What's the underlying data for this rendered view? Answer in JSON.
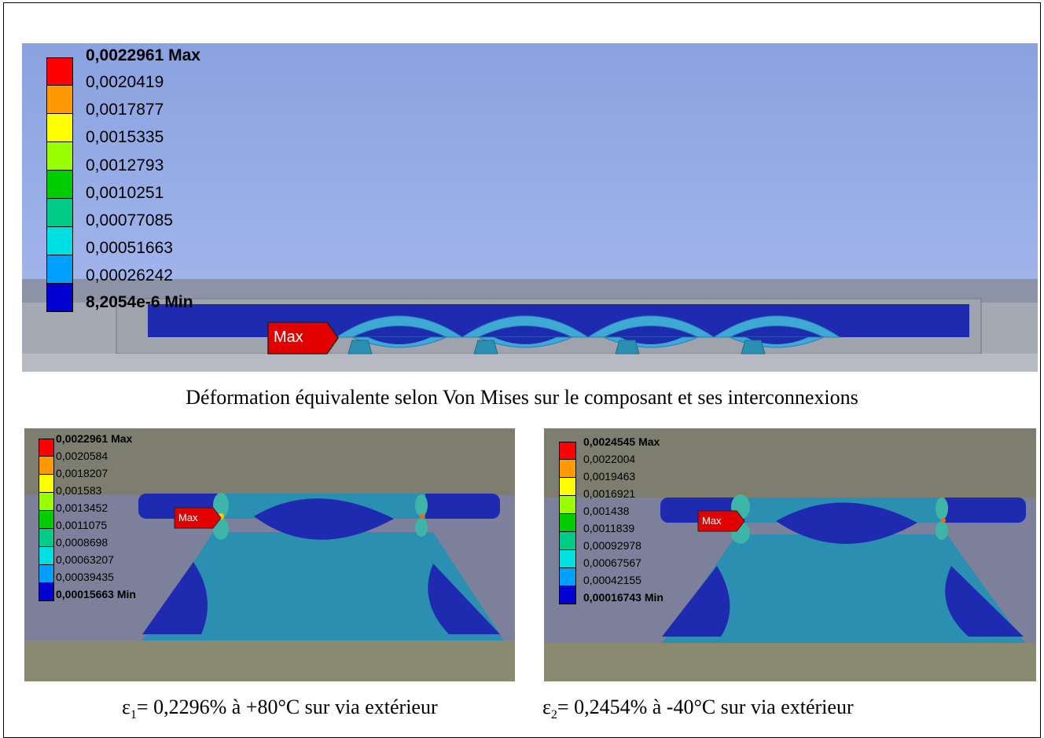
{
  "top_panel": {
    "legend": {
      "max_label": "0,0022961 Max",
      "levels": [
        "0,0020419",
        "0,0017877",
        "0,0015335",
        "0,0012793",
        "0,0010251",
        "0,00077085",
        "0,00051663",
        "0,00026242"
      ],
      "min_label": "8,2054e-6 Min"
    },
    "max_marker": "Max"
  },
  "caption_main": "Déformation équivalente selon Von Mises sur le composant et ses interconnexions",
  "left_panel": {
    "legend": {
      "max_label": "0,0022961 Max",
      "levels": [
        "0,0020584",
        "0,0018207",
        "0,001583",
        "0,0013452",
        "0,0011075",
        "0,0008698",
        "0,00063207",
        "0,00039435"
      ],
      "min_label": "0,00015663 Min"
    },
    "max_marker": "Max"
  },
  "right_panel": {
    "legend": {
      "max_label": "0,0024545 Max",
      "levels": [
        "0,0022004",
        "0,0019463",
        "0,0016921",
        "0,001438",
        "0,0011839",
        "0,00092978",
        "0,00067567",
        "0,00042155"
      ],
      "min_label": "0,00016743 Min"
    },
    "max_marker": "Max"
  },
  "caption_left": {
    "epsilon": "ε",
    "sub": "1",
    "rest": "= 0,2296%  à +80°C sur via extérieur"
  },
  "caption_right": {
    "epsilon": "ε",
    "sub": "2",
    "rest": "= 0,2454% à -40°C sur via extérieur"
  },
  "colors": {
    "scale": [
      "#ff0000",
      "#ff9900",
      "#ffff00",
      "#99ff00",
      "#00cc00",
      "#00cc88",
      "#00e0e0",
      "#00a0ff",
      "#0000d0"
    ],
    "top_background": "#9aaee6",
    "mesh_dark_blue": "#1e2bb0",
    "mesh_teal": "#2a8fb0",
    "mesh_light": "#3fb4d6",
    "board_gray": "#8a8f82",
    "component_gray": "#7e7e70"
  }
}
